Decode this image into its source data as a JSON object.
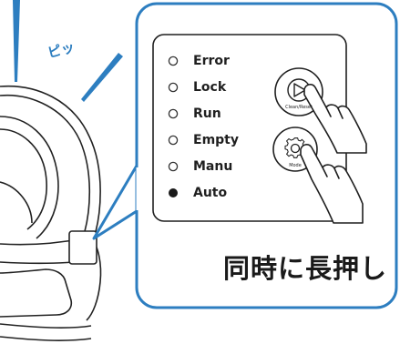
{
  "beep_text": "ピッ",
  "statuses": [
    {
      "label": "Error",
      "on": false
    },
    {
      "label": "Lock",
      "on": false
    },
    {
      "label": "Run",
      "on": false
    },
    {
      "label": "Empty",
      "on": false
    },
    {
      "label": "Manu",
      "on": false
    },
    {
      "label": "Auto",
      "on": true
    }
  ],
  "buttons": {
    "clean_label": "Clean/Reset",
    "mode_label": "Mode"
  },
  "caption": "同時に長押し",
  "colors": {
    "accent": "#2d7ec0",
    "indicator_on": "#1a1a1a",
    "outline": "#222222"
  },
  "icons": [
    "play-icon",
    "gear-icon",
    "finger-icon"
  ]
}
